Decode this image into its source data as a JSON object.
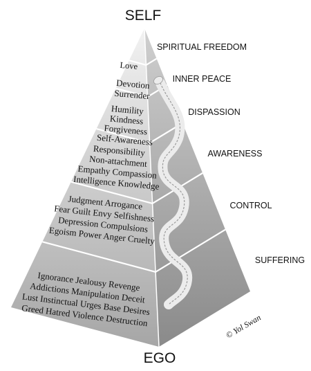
{
  "top_label": "SELF",
  "bottom_label": "EGO",
  "copyright": "© Yol Swan",
  "levels": [
    {
      "stage": "SPIRITUAL FREEDOM",
      "lines": [
        "Love"
      ]
    },
    {
      "stage": "INNER PEACE",
      "lines": [
        "Devotion",
        "Surrender"
      ]
    },
    {
      "stage": "DISPASSION",
      "lines": [
        "Humility",
        "Kindness",
        "Forgiveness",
        "Self-Awareness"
      ]
    },
    {
      "stage": "AWARENESS",
      "lines": [
        "Responsibility",
        "Non-attachment",
        "Empathy Compassion",
        "Intelligence Knowledge"
      ]
    },
    {
      "stage": "CONTROL",
      "lines": [
        "Judgment Arrogance",
        "Fear Guilt Envy Selfishness",
        "Depression Compulsions",
        "Egoism Power Anger Cruelty"
      ]
    },
    {
      "stage": "SUFFERING",
      "lines": [
        "Ignorance Jealousy Revenge",
        "Addictions Manipulation Deceit",
        "Lust Instinctual Urges Base Desires",
        "Greed Hatred Violence Destruction"
      ]
    }
  ],
  "colors": {
    "left_face_top": "#f0f0f0",
    "left_face_bottom": "#aaaaaa",
    "right_face_top": "#c9c9c9",
    "right_face_bottom": "#8a8a8a",
    "edge": "#ffffff",
    "text": "#111111",
    "snake": "#eeeeee"
  }
}
